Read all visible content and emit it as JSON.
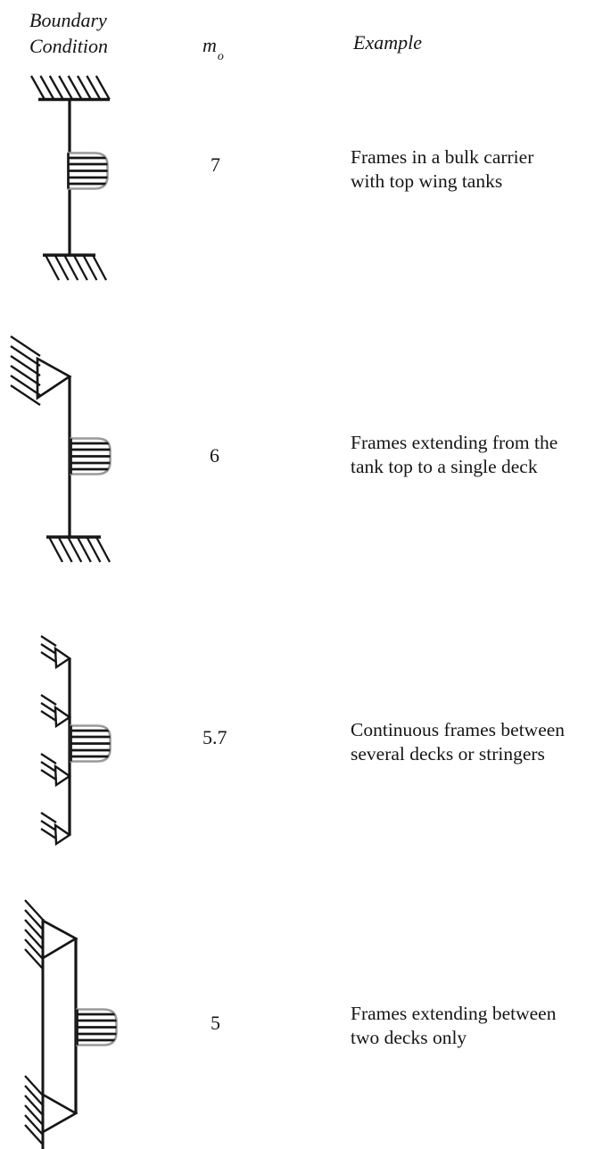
{
  "header": {
    "boundary_condition": "Boundary\nCondition",
    "m_symbol": "m",
    "m_subscript": "o",
    "example": "Example"
  },
  "rows": [
    {
      "m_value": "7",
      "example": "Frames in a bulk carrier\nwith top wing tanks",
      "diagram": "frame-fixed-at-top-and-bottom"
    },
    {
      "m_value": "6",
      "example": "Frames extending from the\ntank top to a single deck",
      "diagram": "frame-pinned-at-top-fixed-at-bottom"
    },
    {
      "m_value": "5.7",
      "example": "Continuous frames between\nseveral decks or stringers",
      "diagram": "continuous-frame-with-multiple-pinned-supports"
    },
    {
      "m_value": "5",
      "example": "Frames extending between\ntwo decks only",
      "diagram": "frame-pinned-between-two-decks"
    }
  ],
  "colors": {
    "ink": "#161616",
    "load_block_outline": "#9a9a9a",
    "background": "#ffffff"
  }
}
